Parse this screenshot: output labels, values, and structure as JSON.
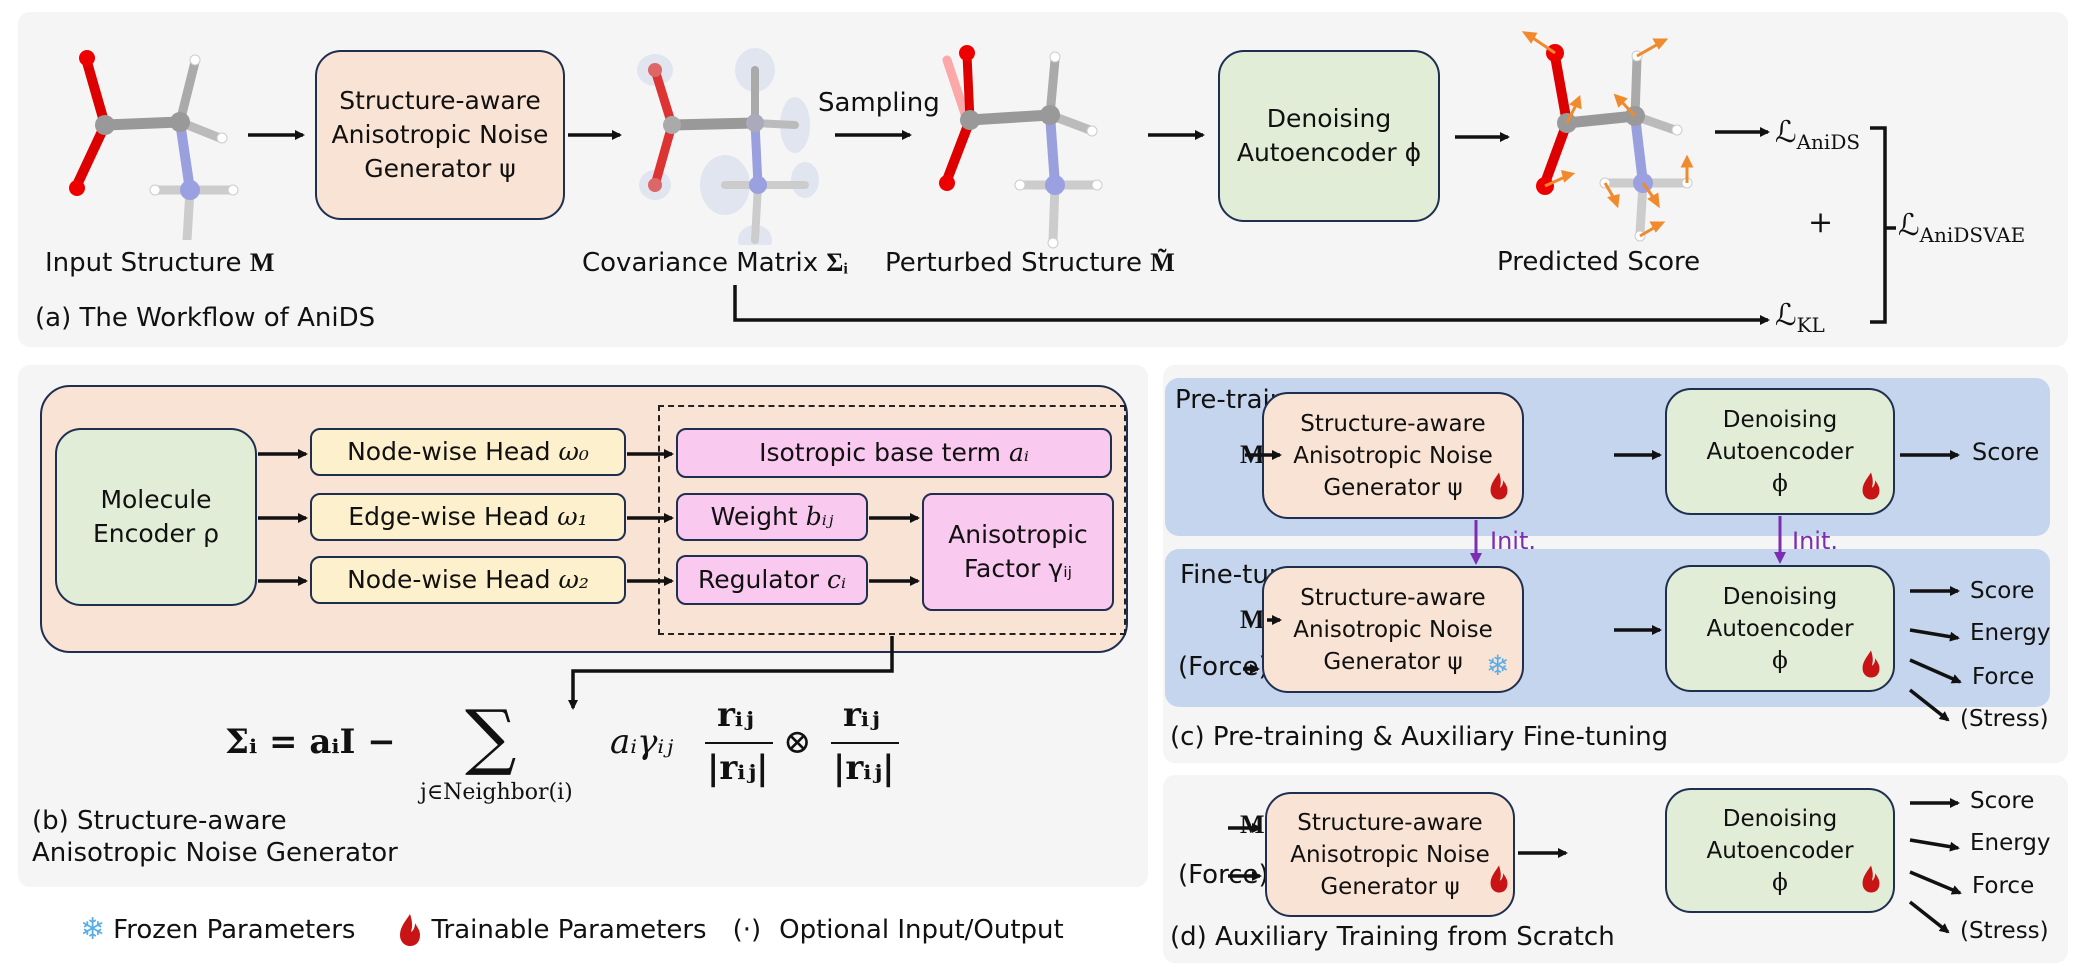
{
  "panel_a": {
    "caption": "(a) The Workflow of AniDS",
    "input_label": "Input Structure ",
    "input_symbol": "M",
    "noise_gen_lines": [
      "Structure-aware",
      "Anisotropic Noise",
      "Generator ψ"
    ],
    "covariance_label": "Covariance Matrix ",
    "covariance_symbol": "Σᵢ",
    "sampling_label": "Sampling",
    "perturbed_label": "Perturbed Structure ",
    "perturbed_symbol": "M̃",
    "dae_lines": [
      "Denoising",
      "Autoencoder ϕ"
    ],
    "predicted_label": "Predicted Score",
    "loss_anids": "ℒ",
    "loss_anids_sub": "AniDS",
    "loss_plus": "+",
    "loss_kl": "ℒ",
    "loss_kl_sub": "KL",
    "loss_total": "ℒ",
    "loss_total_sub": "AniDSVAE"
  },
  "panel_b": {
    "caption_lines": [
      "(b) Structure-aware",
      "Anisotropic Noise Generator"
    ],
    "encoder_lines": [
      "Molecule",
      "Encoder ρ"
    ],
    "heads": [
      {
        "label": "Node-wise Head ",
        "symbol": "ω₀"
      },
      {
        "label": "Edge-wise Head ",
        "symbol": "ω₁"
      },
      {
        "label": "Node-wise Head ",
        "symbol": "ω₂"
      }
    ],
    "iso_label": "Isotropic base term ",
    "iso_symbol": "aᵢ",
    "weight_label": "Weight ",
    "weight_symbol": "bᵢⱼ",
    "regulator_label": "Regulator ",
    "regulator_symbol": "cᵢ",
    "aniso_lines": [
      "Anisotropic",
      "Factor γᵢⱼ"
    ],
    "formula": {
      "lhs": "Σᵢ = aᵢI −",
      "sum": "∑",
      "sum_sub": "j∈Neighbor(i)",
      "term": "aᵢγᵢⱼ",
      "num1": "rᵢⱼ",
      "den1": "|rᵢⱼ|",
      "otimes": "⊗",
      "num2": "rᵢⱼ",
      "den2": "|rᵢⱼ|"
    }
  },
  "panel_c": {
    "caption": "(c) Pre-training & Auxiliary Fine-tuning",
    "pretrain_label": "Pre-train",
    "finetune_label": "Fine-tune",
    "init_label": "Init.",
    "input_m": "M",
    "input_force": "(Force)",
    "noise_gen_lines": [
      "Structure-aware",
      "Anisotropic Noise",
      "Generator ψ"
    ],
    "dae_lines": [
      "Denoising",
      "Autoencoder",
      "ϕ"
    ],
    "pretrain_outputs": [
      "Score"
    ],
    "finetune_outputs": [
      "Score",
      "Energy",
      "Force",
      "(Stress)"
    ]
  },
  "panel_d": {
    "caption": "(d) Auxiliary Training from Scratch",
    "input_m": "M",
    "input_force": "(Force)",
    "noise_gen_lines": [
      "Structure-aware",
      "Anisotropic Noise",
      "Generator ψ"
    ],
    "dae_lines": [
      "Denoising",
      "Autoencoder",
      "ϕ"
    ],
    "outputs": [
      "Score",
      "Energy",
      "Force",
      "(Stress)"
    ]
  },
  "legend": {
    "frozen_icon": "❄",
    "frozen_label": "Frozen Parameters",
    "trainable_label": "Trainable Parameters",
    "optional_symbol": "(·)",
    "optional_label": "Optional Input/Output"
  },
  "colors": {
    "peach": "#f9e3d5",
    "green": "#e1edd7",
    "yellow": "#fdf0cc",
    "pink": "#f9c9ef",
    "blue_band": "#c5d5ee",
    "init_arrow": "#7b2fb0",
    "score_arrow": "#f08a2c",
    "flame": "#c81414",
    "snow": "#5aaee8"
  }
}
